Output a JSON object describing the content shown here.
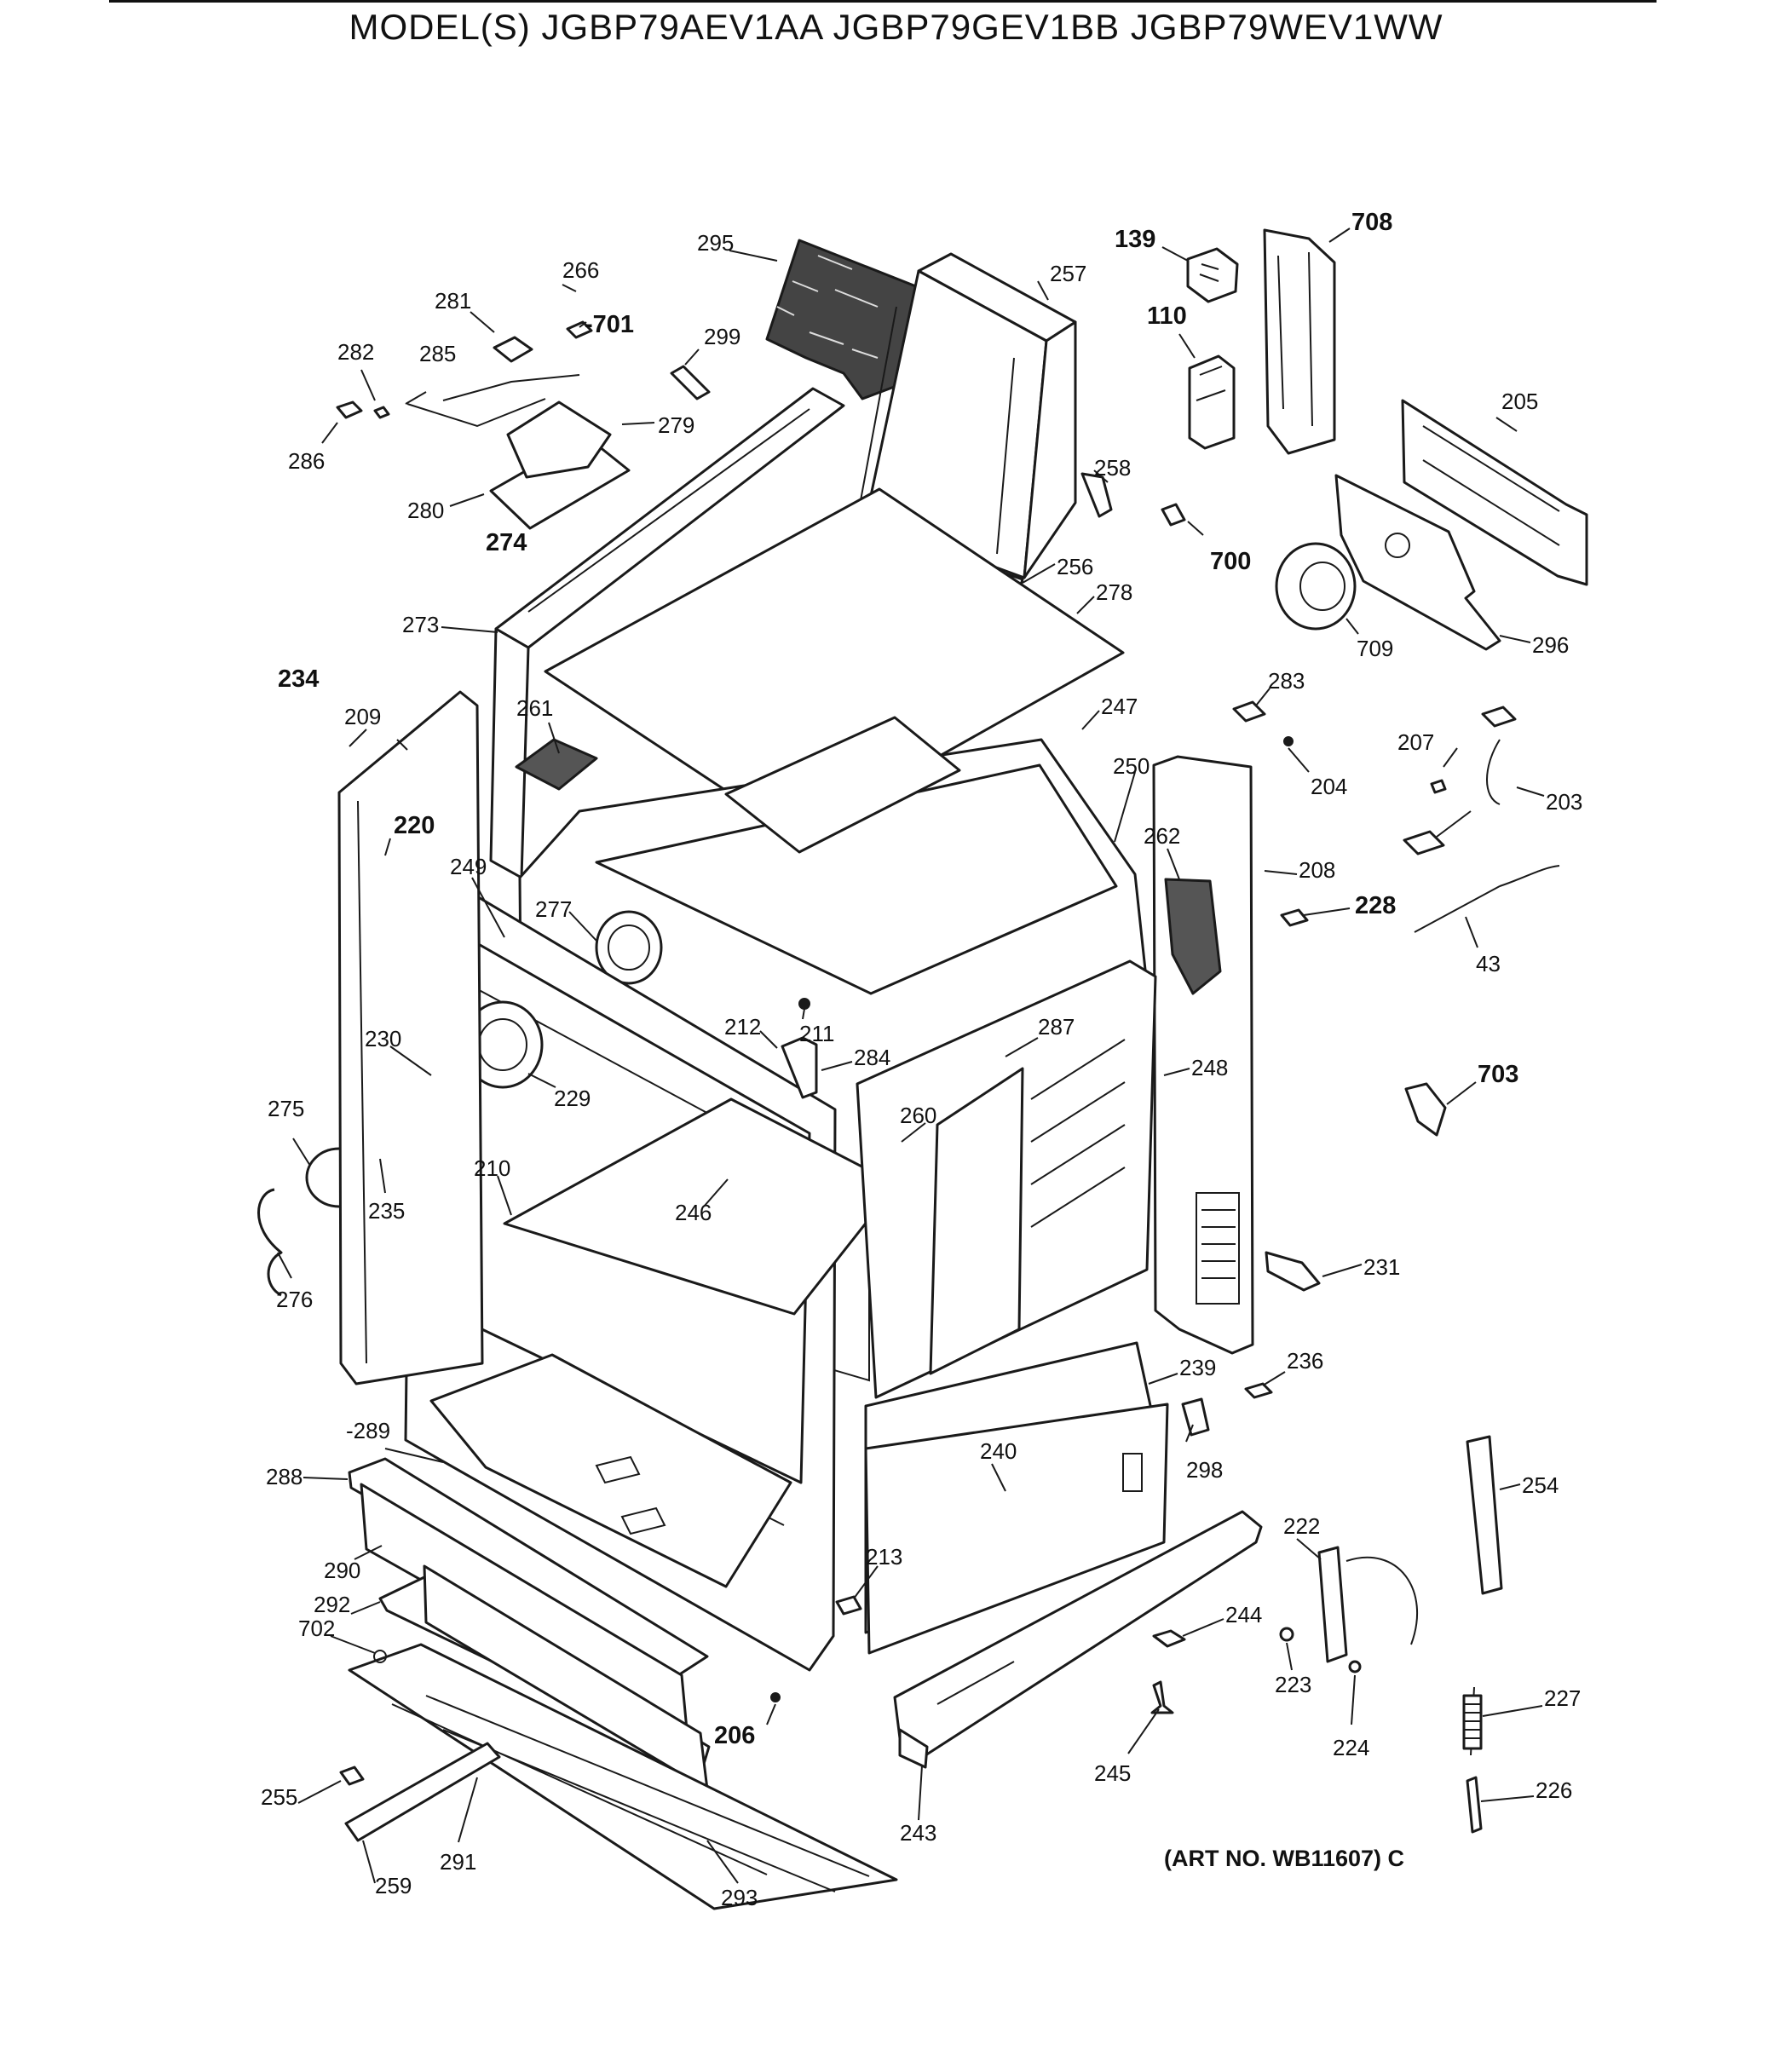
{
  "header": {
    "models": "MODEL(S) JGBP79AEV1AA  JGBP79GEV1BB  JGBP79WEV1WW"
  },
  "footer": {
    "art_no": "(ART NO. WB11607) C"
  },
  "callouts": [
    {
      "id": "295",
      "bold": false
    },
    {
      "id": "257",
      "bold": false
    },
    {
      "id": "139",
      "bold": true
    },
    {
      "id": "708",
      "bold": true
    },
    {
      "id": "110",
      "bold": true
    },
    {
      "id": "266",
      "bold": false
    },
    {
      "id": "281",
      "bold": false
    },
    {
      "id": "701",
      "bold": true,
      "prefix": "-"
    },
    {
      "id": "299",
      "bold": false
    },
    {
      "id": "282",
      "bold": false
    },
    {
      "id": "285",
      "bold": false
    },
    {
      "id": "279",
      "bold": false
    },
    {
      "id": "286",
      "bold": false
    },
    {
      "id": "280",
      "bold": false
    },
    {
      "id": "274",
      "bold": true
    },
    {
      "id": "258",
      "bold": false
    },
    {
      "id": "205",
      "bold": false
    },
    {
      "id": "700",
      "bold": true
    },
    {
      "id": "256",
      "bold": false
    },
    {
      "id": "278",
      "bold": false
    },
    {
      "id": "709",
      "bold": false
    },
    {
      "id": "296",
      "bold": false
    },
    {
      "id": "273",
      "bold": false
    },
    {
      "id": "234",
      "bold": true
    },
    {
      "id": "209",
      "bold": false
    },
    {
      "id": "261",
      "bold": false
    },
    {
      "id": "247",
      "bold": false
    },
    {
      "id": "283",
      "bold": false
    },
    {
      "id": "250",
      "bold": false
    },
    {
      "id": "207",
      "bold": false
    },
    {
      "id": "204",
      "bold": false
    },
    {
      "id": "203",
      "bold": false
    },
    {
      "id": "220",
      "bold": true
    },
    {
      "id": "262",
      "bold": false
    },
    {
      "id": "208",
      "bold": false
    },
    {
      "id": "249",
      "bold": false
    },
    {
      "id": "228",
      "bold": true
    },
    {
      "id": "277",
      "bold": false
    },
    {
      "id": "43",
      "bold": false
    },
    {
      "id": "211",
      "bold": false
    },
    {
      "id": "212",
      "bold": false
    },
    {
      "id": "284",
      "bold": false
    },
    {
      "id": "287",
      "bold": false
    },
    {
      "id": "230",
      "bold": false
    },
    {
      "id": "248",
      "bold": false
    },
    {
      "id": "703",
      "bold": true
    },
    {
      "id": "229",
      "bold": false
    },
    {
      "id": "275",
      "bold": false
    },
    {
      "id": "260",
      "bold": false
    },
    {
      "id": "210",
      "bold": false
    },
    {
      "id": "235",
      "bold": false
    },
    {
      "id": "246",
      "bold": false
    },
    {
      "id": "231",
      "bold": false
    },
    {
      "id": "276",
      "bold": false
    },
    {
      "id": "236",
      "bold": false
    },
    {
      "id": "239",
      "bold": false
    },
    {
      "id": "289",
      "bold": false,
      "prefix": "-"
    },
    {
      "id": "298",
      "bold": false
    },
    {
      "id": "240",
      "bold": false
    },
    {
      "id": "254",
      "bold": false
    },
    {
      "id": "288",
      "bold": false
    },
    {
      "id": "222",
      "bold": false
    },
    {
      "id": "213",
      "bold": false
    },
    {
      "id": "290",
      "bold": false
    },
    {
      "id": "244",
      "bold": false
    },
    {
      "id": "292",
      "bold": false
    },
    {
      "id": "702",
      "bold": false
    },
    {
      "id": "223",
      "bold": false
    },
    {
      "id": "227",
      "bold": false
    },
    {
      "id": "206",
      "bold": true
    },
    {
      "id": "224",
      "bold": false
    },
    {
      "id": "245",
      "bold": false
    },
    {
      "id": "255",
      "bold": false
    },
    {
      "id": "226",
      "bold": false
    },
    {
      "id": "291",
      "bold": false
    },
    {
      "id": "243",
      "bold": false
    },
    {
      "id": "259",
      "bold": false
    },
    {
      "id": "293",
      "bold": false
    }
  ]
}
